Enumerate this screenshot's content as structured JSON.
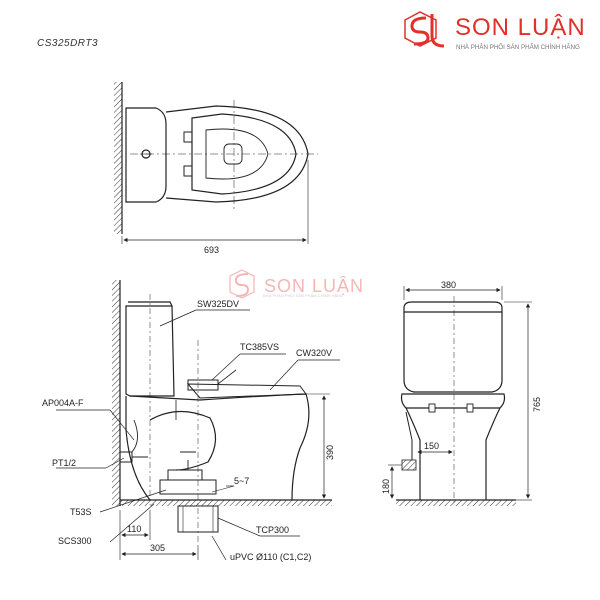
{
  "header": {
    "model": "CS325DRT3",
    "brand_name": "SON LUẬN",
    "brand_tagline": "NHÀ PHÂN PHỐI SẢN PHẨM CHÍNH HÃNG",
    "watermark_name": "SON LUẬN",
    "watermark_tagline": "NHÀ PHÂN PHỐI SẢN PHẨM CHÍNH HÃNG"
  },
  "dimensions": {
    "length": "693",
    "width": "380",
    "height": "765",
    "seat_height": "390",
    "outlet_height": "180",
    "wall_to_center": "305",
    "pipe_offset": "110",
    "gap": "5~7",
    "side_150": "150"
  },
  "parts": {
    "tank": "SW325DV",
    "seat": "TC385VS",
    "bowl": "CW320V",
    "valve": "AP004A-F",
    "pipe": "PT1/2",
    "t53s": "T53S",
    "scs": "SCS300",
    "tcp": "TCP300",
    "upvc": "uPVC Ø110 (C1,C2)"
  },
  "colors": {
    "brand": "#e0312a",
    "line": "#222222"
  }
}
